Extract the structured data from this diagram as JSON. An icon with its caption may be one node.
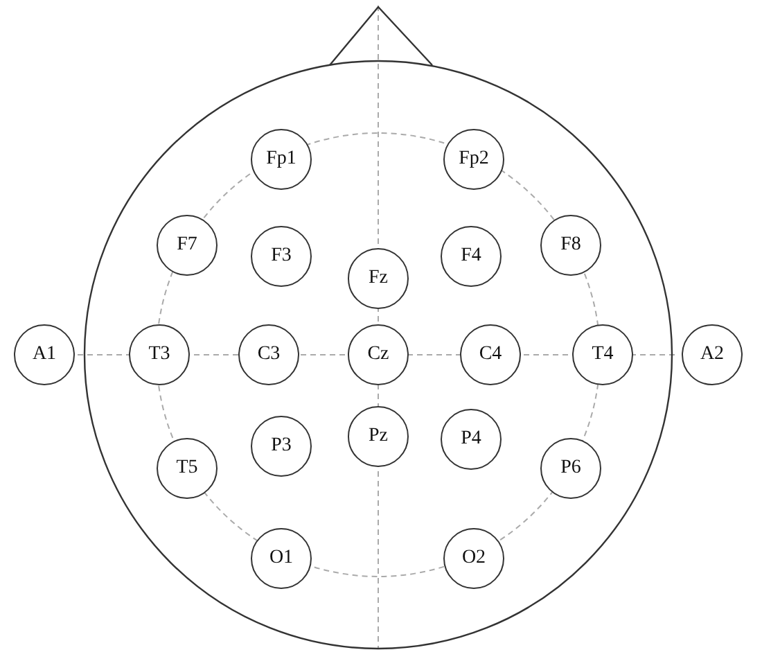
{
  "diagram": {
    "nodes": [
      {
        "text": [
          "Fp1"
        ]
      },
      {
        "text": [
          "Fp2"
        ]
      },
      {
        "text": [
          "F7"
        ]
      },
      {
        "text": [
          "F3"
        ]
      },
      {
        "text": [
          "Fz"
        ]
      },
      {
        "text": [
          "F4"
        ]
      },
      {
        "text": [
          "F8"
        ]
      },
      {
        "text": [
          "A1"
        ]
      },
      {
        "text": [
          "T3"
        ]
      },
      {
        "text": [
          "C3"
        ]
      },
      {
        "text": [
          "Cz"
        ]
      },
      {
        "text": [
          "C4"
        ]
      },
      {
        "text": [
          "T4"
        ]
      },
      {
        "text": [
          "A2"
        ]
      },
      {
        "text": [
          "T5"
        ]
      },
      {
        "text": [
          "P3"
        ]
      },
      {
        "text": [
          "Pz"
        ]
      },
      {
        "text": [
          "P4"
        ]
      },
      {
        "text": [
          "P6"
        ]
      },
      {
        "text": [
          "O1"
        ]
      },
      {
        "text": [
          "O2"
        ]
      }
    ]
  }
}
